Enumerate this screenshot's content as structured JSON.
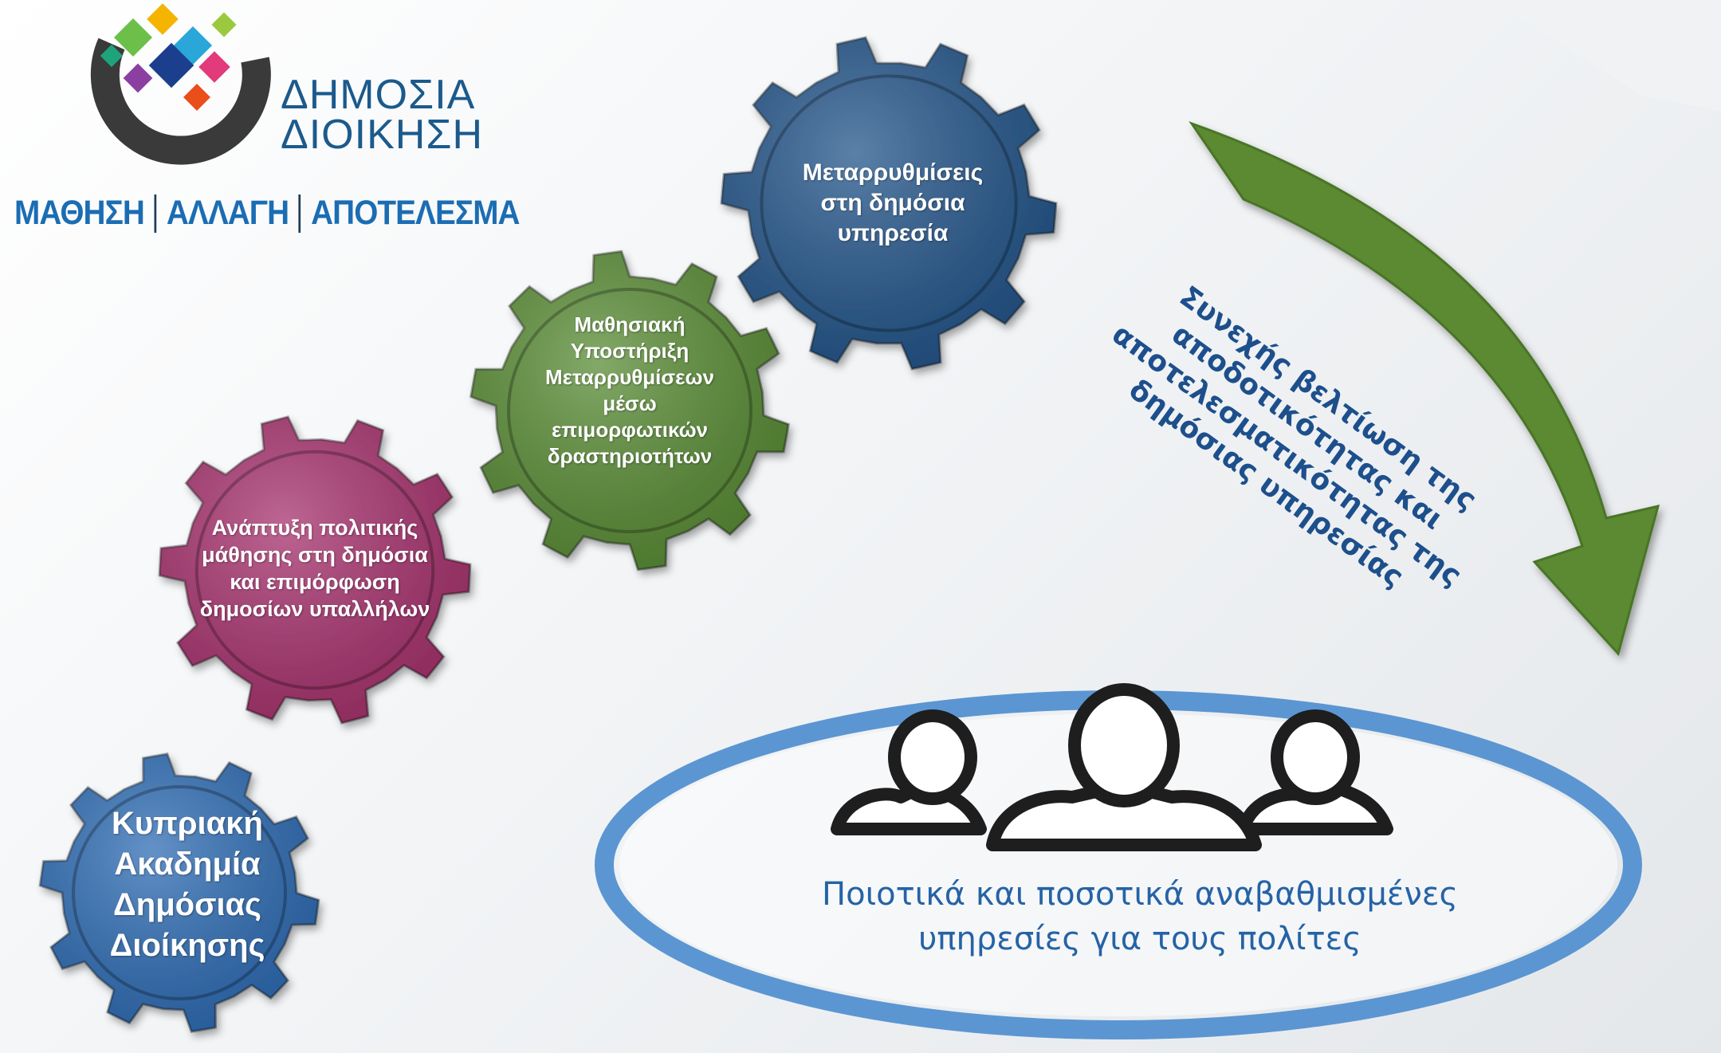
{
  "logo": {
    "name_line1": "ΔΗΜΟΣΙΑ",
    "name_line2": "ΔΙΟΙΚΗΣΗ",
    "tagline": [
      "ΜΑΘΗΣΗ",
      "ΑΛΛΑΓΗ",
      "ΑΠΟΤΕΛΕΣΜΑ"
    ]
  },
  "gears": [
    {
      "id": "academy",
      "color": "#2f6db5",
      "lines": [
        "Κυπριακή",
        "Ακαδημία",
        "Δημόσιας",
        "Διοίκησης"
      ]
    },
    {
      "id": "policy",
      "color": "#a8336f",
      "lines": [
        "Ανάπτυξη πολιτικής",
        "μάθησης στη δημόσια",
        "και επιμόρφωση",
        "δημοσίων υπαλλήλων"
      ]
    },
    {
      "id": "support",
      "color": "#5a8d36",
      "lines": [
        "Μαθησιακή",
        "Υποστήριξη",
        "Μεταρρυθμίσεων",
        "μέσω",
        "επιμορφωτικών",
        "δραστηριοτήτων"
      ]
    },
    {
      "id": "reforms",
      "color": "#24568b",
      "lines": [
        "Μεταρρυθμίσεις",
        "στη δημόσια",
        "υπηρεσία"
      ]
    }
  ],
  "arrow": {
    "color": "#5b8a30",
    "lines": [
      "Συνεχής βελτίωση της",
      "αποδοτικότητας και",
      "αποτελεσματικότητας της",
      "δημόσιας υπηρεσίας"
    ]
  },
  "outcome": {
    "ring_color": "#5b96d2",
    "icon": "people-group-icon",
    "lines": [
      "Ποιοτικά και ποσοτικά αναβαθμισμένες",
      "υπηρεσίες για τους πολίτες"
    ]
  }
}
